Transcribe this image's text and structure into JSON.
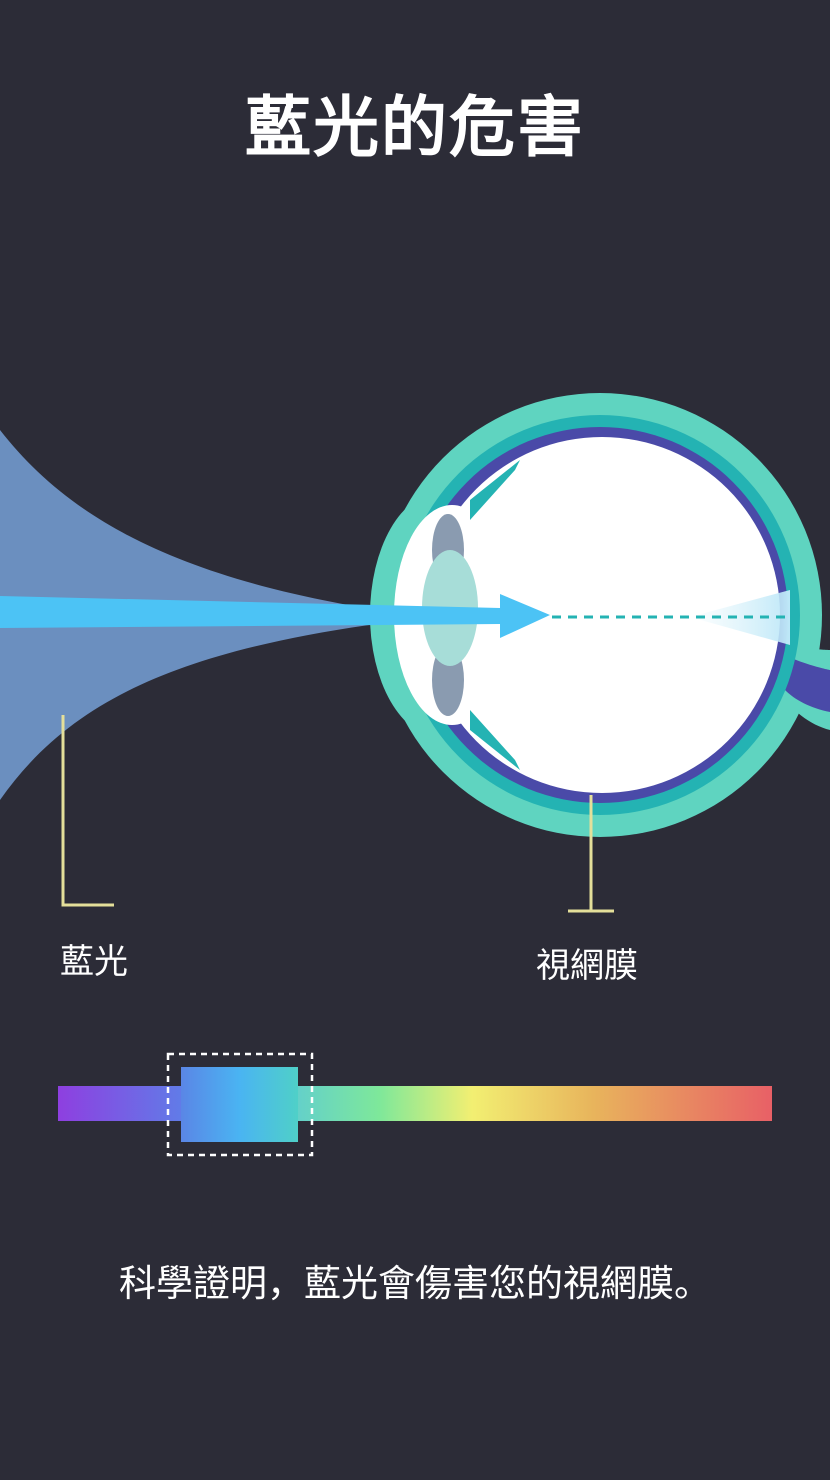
{
  "title": "藍光的危害",
  "labels": {
    "blue_light": "藍光",
    "retina": "視網膜"
  },
  "caption": "科學證明，藍光會傷害您的視網膜。",
  "colors": {
    "background": "#2c2c37",
    "light_cone": "#6b8fbf",
    "light_beam": "#4cc3f5",
    "eye_outer": "#5fd4c0",
    "eye_mid": "#24b3b3",
    "eye_inner": "#4a4aa8",
    "lens": "#a7ddd8",
    "iris": "#8a9bb0",
    "pointer": "#e4df9a",
    "spectrum_violet": "#8e3fe0",
    "spectrum_blue": "#4aaaf2",
    "spectrum_green": "#7ee89a",
    "spectrum_yellow": "#f2ef72",
    "spectrum_orange": "#e8a85c",
    "spectrum_red": "#e86066"
  }
}
